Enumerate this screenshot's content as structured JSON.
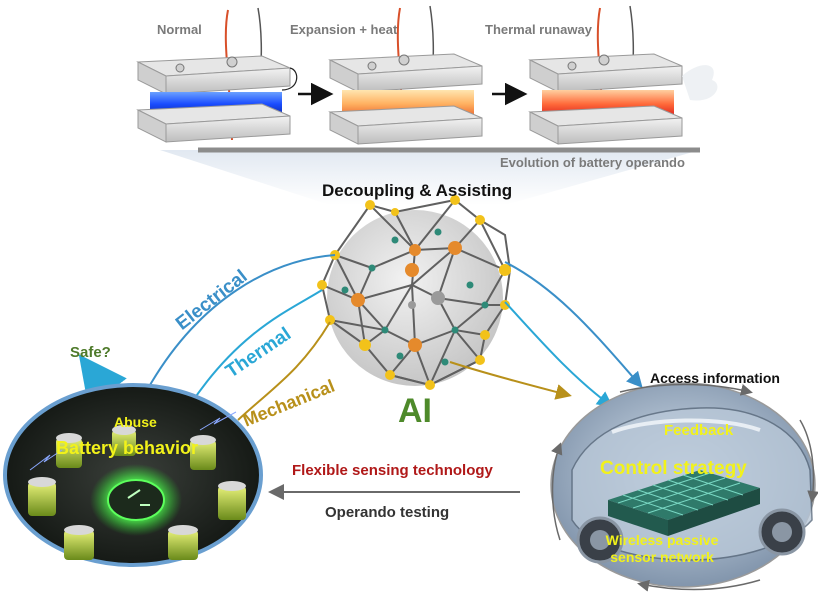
{
  "top": {
    "stages": [
      "Normal",
      "Expansion + heat",
      "Thermal runaway"
    ],
    "evolution_label": "Evolution of battery operando"
  },
  "center": {
    "title": "Decoupling & Assisting",
    "ai_label": "AI"
  },
  "channels": [
    "Electrical",
    "Thermal",
    "Mechanical"
  ],
  "left": {
    "safe_label": "Safe?",
    "abuse_label": "Abuse",
    "behavior_label": "Battery behavior"
  },
  "right": {
    "access_label": "Access information",
    "feedback_label": "Feedback",
    "control_label": "Control strategy",
    "wireless_label": "Wireless passive sensor network"
  },
  "bottom": {
    "flexible_label": "Flexible sensing technology",
    "operando_label": "Operando testing"
  },
  "colors": {
    "electrical": "#3a8fc8",
    "thermal": "#2aa7d6",
    "mechanical": "#b8901a",
    "ai_green": "#4e8a2a",
    "flexible_red": "#b01818",
    "orange_node": "#e58a2c",
    "yellow_node": "#f2c21a",
    "teal_node": "#2e8a78",
    "gray_node": "#9a9a9a"
  }
}
